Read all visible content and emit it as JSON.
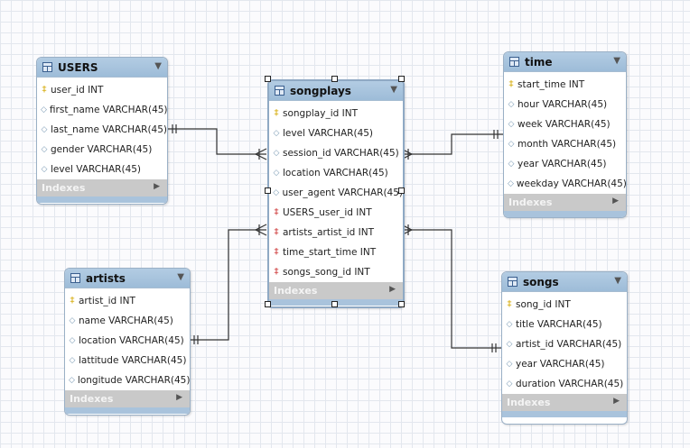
{
  "tables": {
    "users": {
      "name": "USERS",
      "columns": [
        {
          "label": "user_id INT",
          "key": "pk"
        },
        {
          "label": "first_name VARCHAR(45)",
          "key": "col"
        },
        {
          "label": "last_name VARCHAR(45)",
          "key": "col"
        },
        {
          "label": "gender VARCHAR(45)",
          "key": "col"
        },
        {
          "label": "level VARCHAR(45)",
          "key": "col"
        }
      ],
      "indexes_label": "Indexes"
    },
    "songplays": {
      "name": "songplays",
      "columns": [
        {
          "label": "songplay_id INT",
          "key": "pk"
        },
        {
          "label": "level VARCHAR(45)",
          "key": "col"
        },
        {
          "label": "session_id VARCHAR(45)",
          "key": "col"
        },
        {
          "label": "location VARCHAR(45)",
          "key": "col"
        },
        {
          "label": "user_agent VARCHAR(45)",
          "key": "col"
        },
        {
          "label": "USERS_user_id INT",
          "key": "fk"
        },
        {
          "label": "artists_artist_id INT",
          "key": "fk"
        },
        {
          "label": "time_start_time INT",
          "key": "fk"
        },
        {
          "label": "songs_song_id INT",
          "key": "fk"
        }
      ],
      "indexes_label": "Indexes"
    },
    "time": {
      "name": "time",
      "columns": [
        {
          "label": "start_time INT",
          "key": "pk"
        },
        {
          "label": "hour VARCHAR(45)",
          "key": "col"
        },
        {
          "label": "week VARCHAR(45)",
          "key": "col"
        },
        {
          "label": "month VARCHAR(45)",
          "key": "col"
        },
        {
          "label": "year VARCHAR(45)",
          "key": "col"
        },
        {
          "label": "weekday VARCHAR(45)",
          "key": "col"
        }
      ],
      "indexes_label": "Indexes"
    },
    "artists": {
      "name": "artists",
      "columns": [
        {
          "label": "artist_id INT",
          "key": "pk"
        },
        {
          "label": "name VARCHAR(45)",
          "key": "col"
        },
        {
          "label": "location VARCHAR(45)",
          "key": "col"
        },
        {
          "label": "lattitude VARCHAR(45)",
          "key": "col"
        },
        {
          "label": "longitude VARCHAR(45)",
          "key": "col"
        }
      ],
      "indexes_label": "Indexes"
    },
    "songs": {
      "name": "songs",
      "columns": [
        {
          "label": "song_id INT",
          "key": "pk"
        },
        {
          "label": "title VARCHAR(45)",
          "key": "col"
        },
        {
          "label": "artist_id VARCHAR(45)",
          "key": "col"
        },
        {
          "label": "year VARCHAR(45)",
          "key": "col"
        },
        {
          "label": "duration VARCHAR(45)",
          "key": "col"
        }
      ],
      "indexes_label": "Indexes"
    }
  },
  "selected_table": "songplays",
  "relationships": [
    {
      "from": "USERS",
      "to": "songplays",
      "cardinality": "one-to-many"
    },
    {
      "from": "artists",
      "to": "songplays",
      "cardinality": "one-to-many"
    },
    {
      "from": "time",
      "to": "songplays",
      "cardinality": "one-to-many"
    },
    {
      "from": "songs",
      "to": "songplays",
      "cardinality": "one-to-many"
    }
  ],
  "icons": {
    "table": "table-icon",
    "primary_key": "key-icon",
    "foreign_key": "foreign-key-icon",
    "column": "column-diamond-icon",
    "collapse": "collapse-arrow-icon",
    "expand": "expand-arrow-icon"
  },
  "colors": {
    "header": "#9dbcd8",
    "indexes_bar": "#c9c9c9",
    "primary_key": "#d4a800",
    "foreign_key": "#cc3030",
    "line": "#333333"
  }
}
